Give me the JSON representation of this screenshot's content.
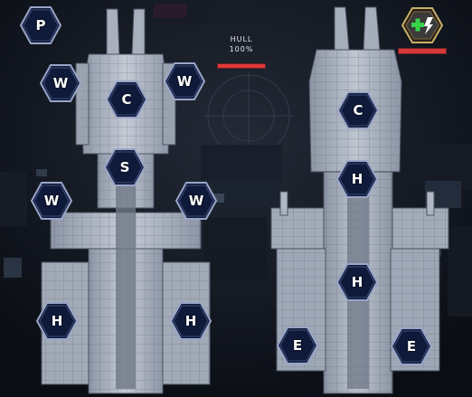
{
  "hud": {
    "hull_label": "HULL",
    "hull_value": "100%",
    "hull_fraction": 1.0,
    "ability_fraction": 1.0,
    "ability_icon": "heal-boost-icon"
  },
  "colors": {
    "slot_fill": "#0f1a3a",
    "slot_border": "#9aa6c8",
    "hull_red": "#e03a3a",
    "ability_border": "#c8b06a"
  },
  "slots_left": [
    {
      "label": "P",
      "kind": "power"
    },
    {
      "label": "W",
      "kind": "weapon"
    },
    {
      "label": "W",
      "kind": "weapon"
    },
    {
      "label": "C",
      "kind": "command"
    },
    {
      "label": "S",
      "kind": "shield"
    },
    {
      "label": "W",
      "kind": "weapon"
    },
    {
      "label": "W",
      "kind": "weapon"
    },
    {
      "label": "H",
      "kind": "hangar"
    },
    {
      "label": "H",
      "kind": "hangar"
    }
  ],
  "slots_right": [
    {
      "label": "C",
      "kind": "command"
    },
    {
      "label": "H",
      "kind": "hangar"
    },
    {
      "label": "H",
      "kind": "hangar"
    },
    {
      "label": "E",
      "kind": "engine"
    },
    {
      "label": "E",
      "kind": "engine"
    }
  ]
}
